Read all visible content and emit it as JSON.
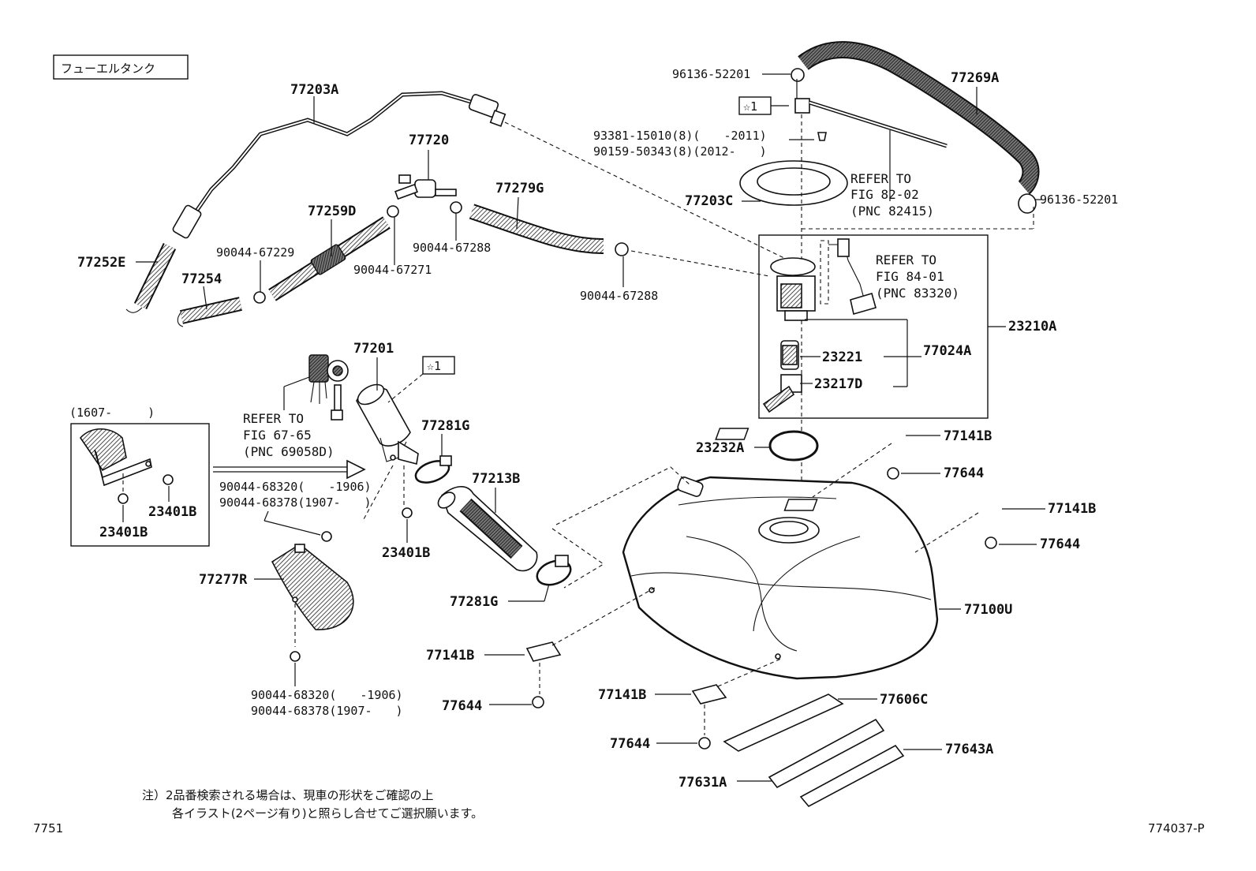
{
  "title_label": "フューエルタンク",
  "figure_no": "7751",
  "ref_code": "774037-P",
  "note": {
    "line1": "注）2品番検索される場合は、現車の形状をご確認の上",
    "line2": "各イラスト(2ページ有り)と照らし合せてご選択願います。"
  },
  "labels": {
    "p77203A": "77203A",
    "p77720": "77720",
    "p77279G": "77279G",
    "p77259D": "77259D",
    "p77252E": "77252E",
    "p77254": "77254",
    "p90044_67229": "90044-67229",
    "p90044_67271": "90044-67271",
    "p90044_67288a": "90044-67288",
    "p90044_67288b": "90044-67288",
    "p96136_52201a": "96136-52201",
    "p96136_52201b": "96136-52201",
    "p77269A": "77269A",
    "p93381": "93381-15010(8)(　　-2011)",
    "p90159": "90159-50343(8)(2012-　　)",
    "p77203C": "77203C",
    "p23210A": "23210A",
    "p23221": "23221",
    "p77024A": "77024A",
    "p23217D": "23217D",
    "p23232A": "23232A",
    "p77141B_1": "77141B",
    "p77644_1": "77644",
    "p77141B_2": "77141B",
    "p77644_2": "77644",
    "p77100U": "77100U",
    "p77141B_3": "77141B",
    "p77644_3": "77644",
    "p77141B_4": "77141B",
    "p77644_4": "77644",
    "p77606C": "77606C",
    "p77643A": "77643A",
    "p77631A": "77631A",
    "p77201": "77201",
    "p77281G_1": "77281G",
    "p77213B": "77213B",
    "p77281G_2": "77281G",
    "p77277R": "77277R",
    "p23401B_1": "23401B",
    "p23401B_2": "23401B",
    "p23401B_3": "23401B",
    "p90044_68320a": "90044-68320(　　-1906)",
    "p90044_68378a": "90044-68378(1907-　　)",
    "p90044_68320b": "90044-68320(　　-1906)",
    "p90044_68378b": "90044-68378(1907-　　)",
    "date_range": "(1607-　　　)",
    "star1a": "☆1",
    "star1b": "☆1"
  },
  "refers": {
    "fig82": [
      "REFER TO",
      "FIG 82-02",
      "(PNC 82415)"
    ],
    "fig84": [
      "REFER TO",
      "FIG 84-01",
      "(PNC 83320)"
    ],
    "fig67": [
      "REFER TO",
      "FIG 67-65",
      "(PNC 69058D)"
    ]
  }
}
